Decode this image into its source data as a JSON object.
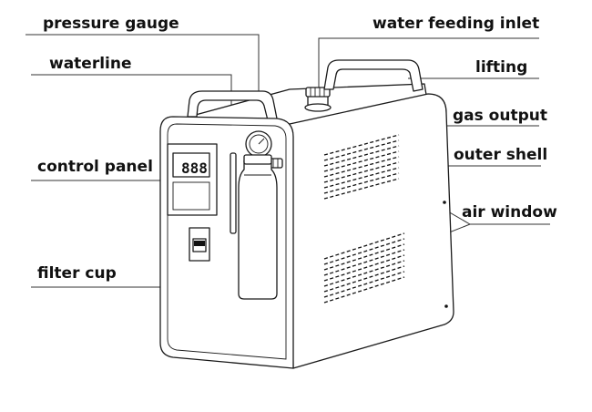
{
  "diagram": {
    "labels": {
      "pressure_gauge": "pressure gauge",
      "water_feeding_inlet": "water feeding inlet",
      "waterline": "waterline",
      "lifting": "lifting",
      "gas_output": "gas output",
      "control_panel": "control panel",
      "outer_shell": "outer shell",
      "air_window": "air window",
      "filter_cup": "filter cup"
    },
    "display_readout": "888"
  }
}
